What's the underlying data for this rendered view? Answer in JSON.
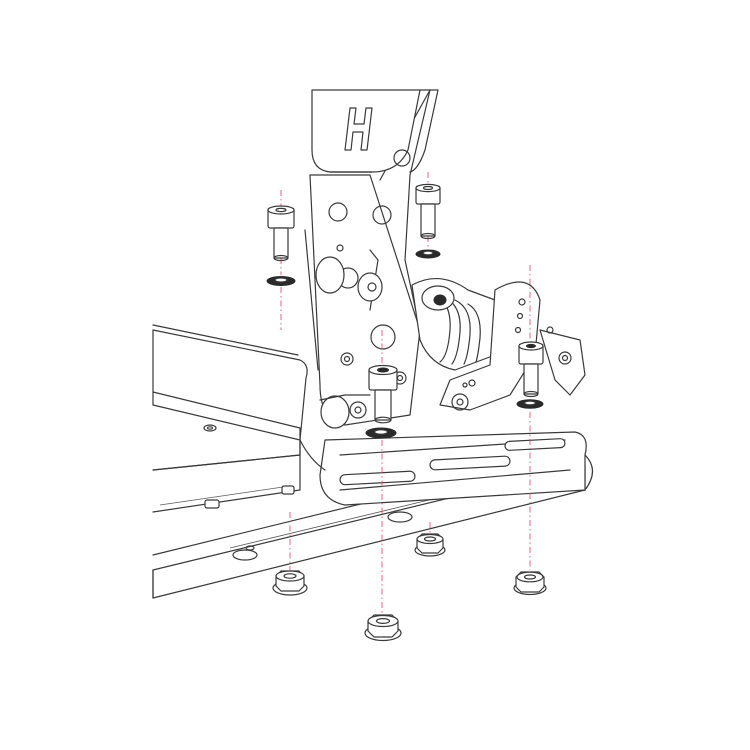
{
  "diagram": {
    "hardware": {
      "bolts": [
        {
          "id": "bolt-1",
          "part": "cap-screw"
        },
        {
          "id": "bolt-2",
          "part": "cap-screw"
        },
        {
          "id": "bolt-3",
          "part": "cap-screw"
        },
        {
          "id": "bolt-4",
          "part": "cap-screw"
        }
      ],
      "nuts": [
        {
          "id": "nut-1",
          "part": "flange-nut"
        },
        {
          "id": "nut-2",
          "part": "flange-nut"
        },
        {
          "id": "nut-3",
          "part": "flange-nut"
        },
        {
          "id": "nut-4",
          "part": "flange-nut"
        }
      ]
    },
    "colors": {
      "line": "#3a3a3a",
      "guide": "#e04060",
      "background": "#ffffff"
    },
    "icons": {
      "logo": "brand-h-logo-icon"
    }
  }
}
